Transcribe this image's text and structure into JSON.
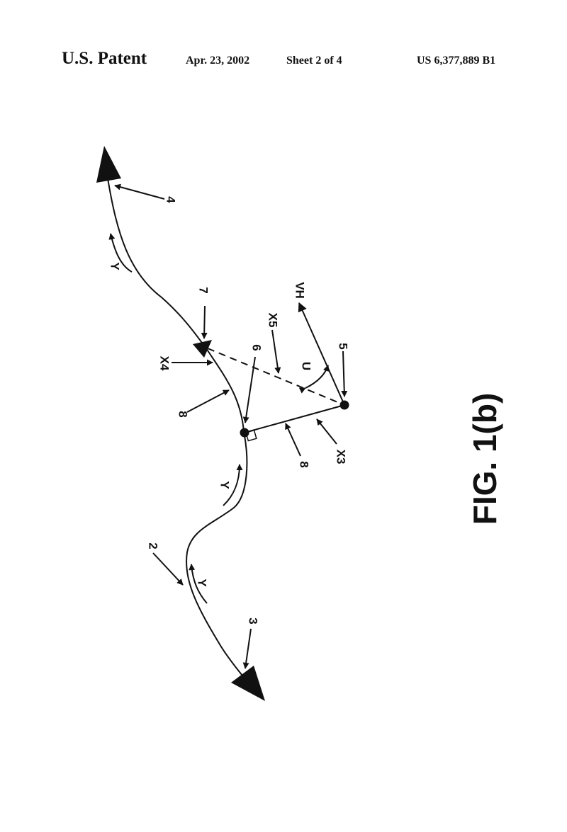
{
  "header": {
    "left": "U.S. Patent",
    "date": "Apr. 23, 2002",
    "sheet": "Sheet 2 of 4",
    "number": "US 6,377,889 B1"
  },
  "figure": {
    "caption": "FIG. 1(b)",
    "labels": {
      "l2": "2",
      "l3": "3",
      "l4": "4",
      "l5": "5",
      "l6": "6",
      "l7": "7",
      "l8a": "8",
      "l8b": "8",
      "x3": "X3",
      "x4": "X4",
      "x5": "X5",
      "vh": "VH",
      "u": "U",
      "y1": "Y",
      "y2": "Y",
      "y3": "Y"
    }
  }
}
